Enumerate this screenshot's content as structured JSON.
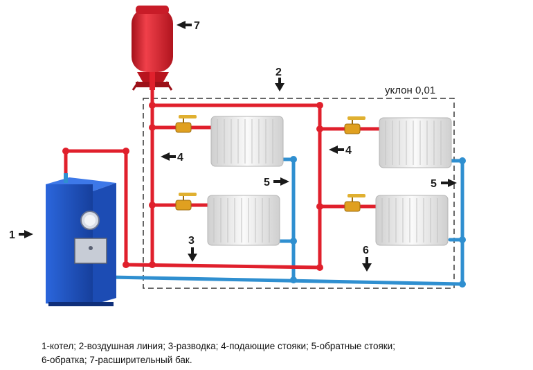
{
  "labels": {
    "boiler": "1",
    "air_line": "2",
    "distribution": "3",
    "supply_risers_left": "4",
    "supply_risers_right": "4",
    "return_risers_left": "5",
    "return_risers_right": "5",
    "return_line": "6",
    "expansion_tank": "7"
  },
  "slope_label": "уклон 0,01",
  "legend": {
    "line1": "1-котел; 2-воздушная линия; 3-разводка; 4-подающие стояки; 5-обратные стояки;",
    "line2": "6-обратка; 7-расширительный бак."
  },
  "colors": {
    "supply_pipe": "#e0202c",
    "return_pipe": "#2f8fd0",
    "boiler": "#1f57c8",
    "tank": "#e2222e",
    "valve": "#e0a020",
    "radiator": "#eeeeee"
  }
}
